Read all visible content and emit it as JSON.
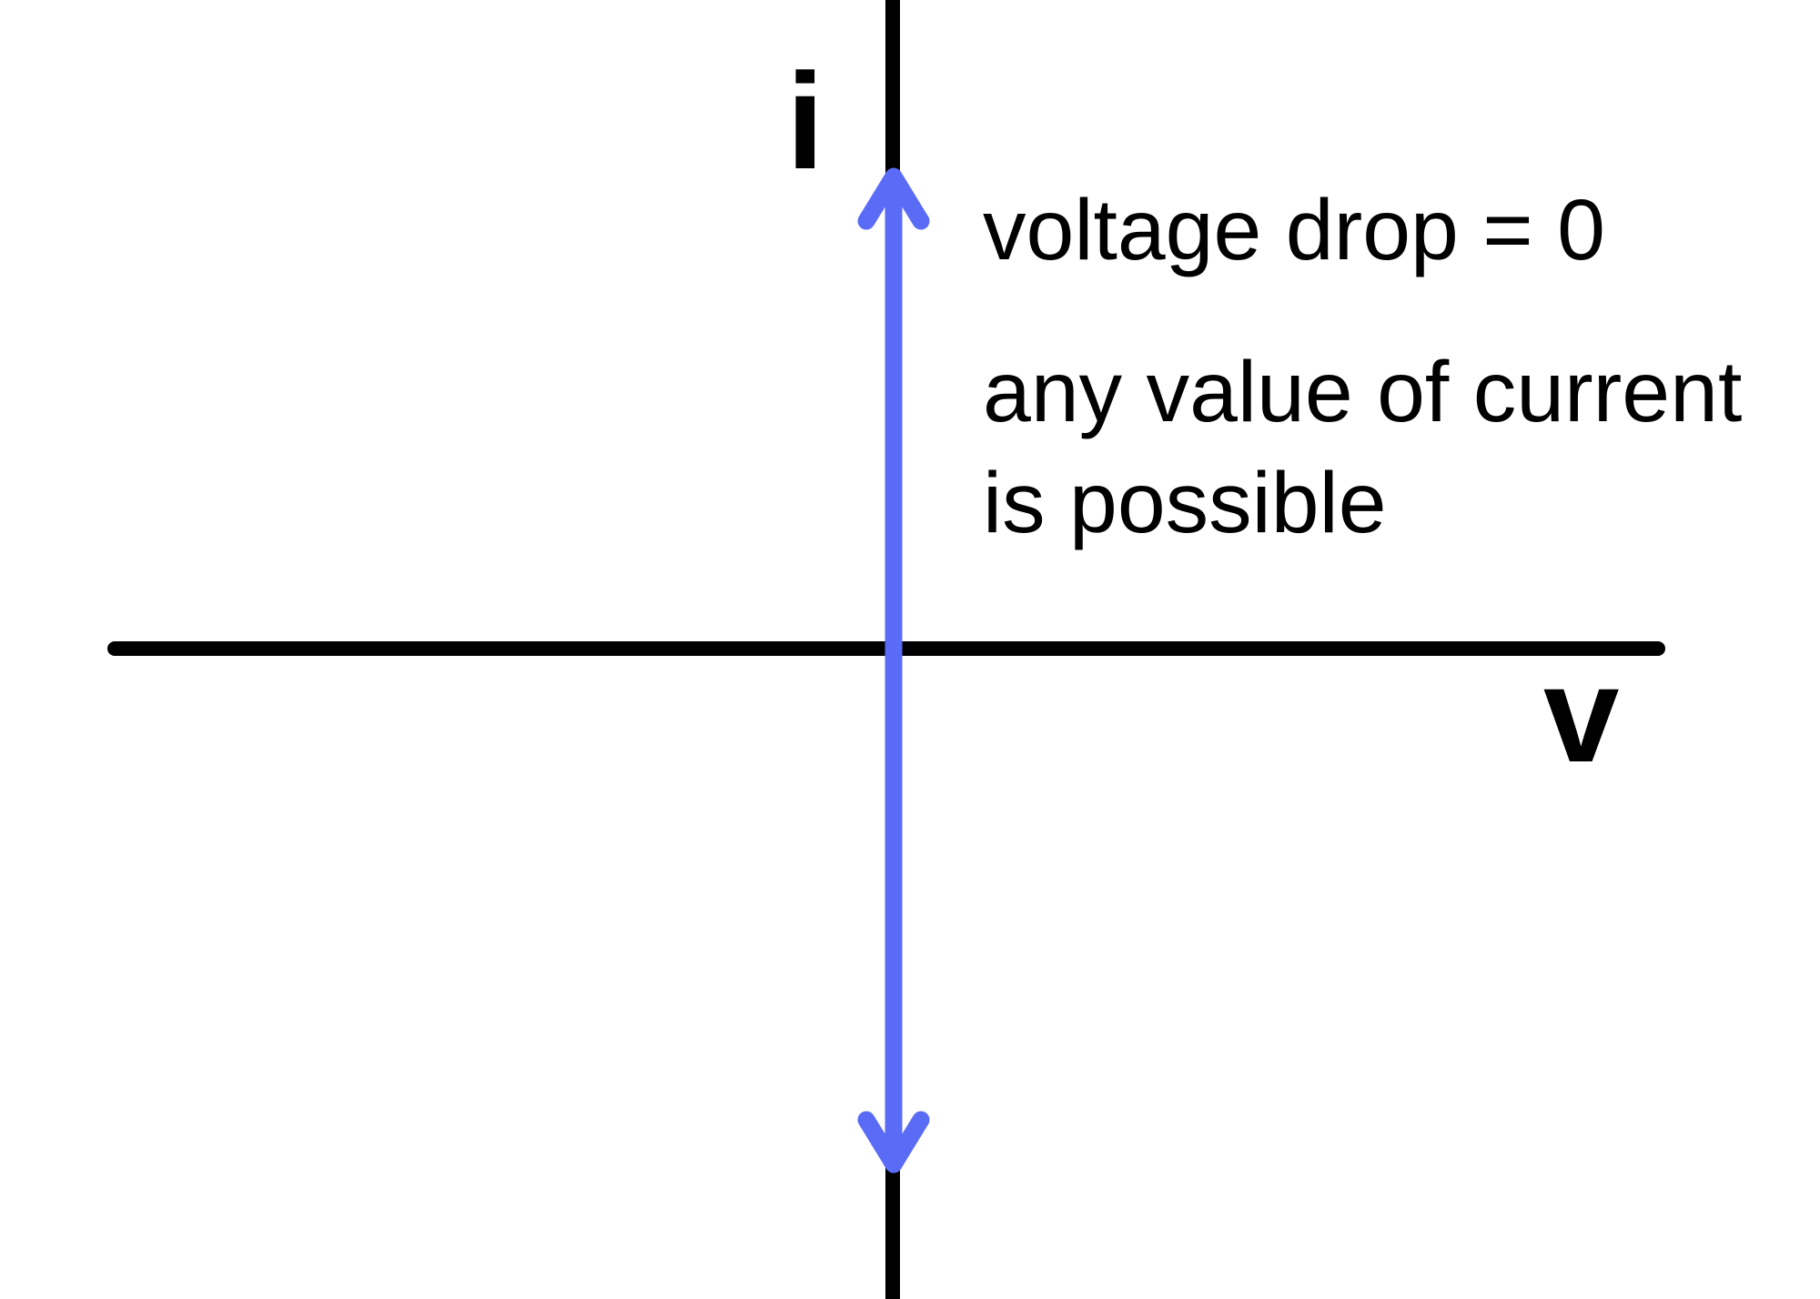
{
  "diagram": {
    "background_color": "#ffffff",
    "axis_color": "#000000",
    "arrow_color": "#5a6cf5",
    "y_axis_label": "i",
    "x_axis_label": "v",
    "annotation": {
      "line1": "voltage drop = 0",
      "line2": "any value of current",
      "line3": "is possible"
    }
  }
}
